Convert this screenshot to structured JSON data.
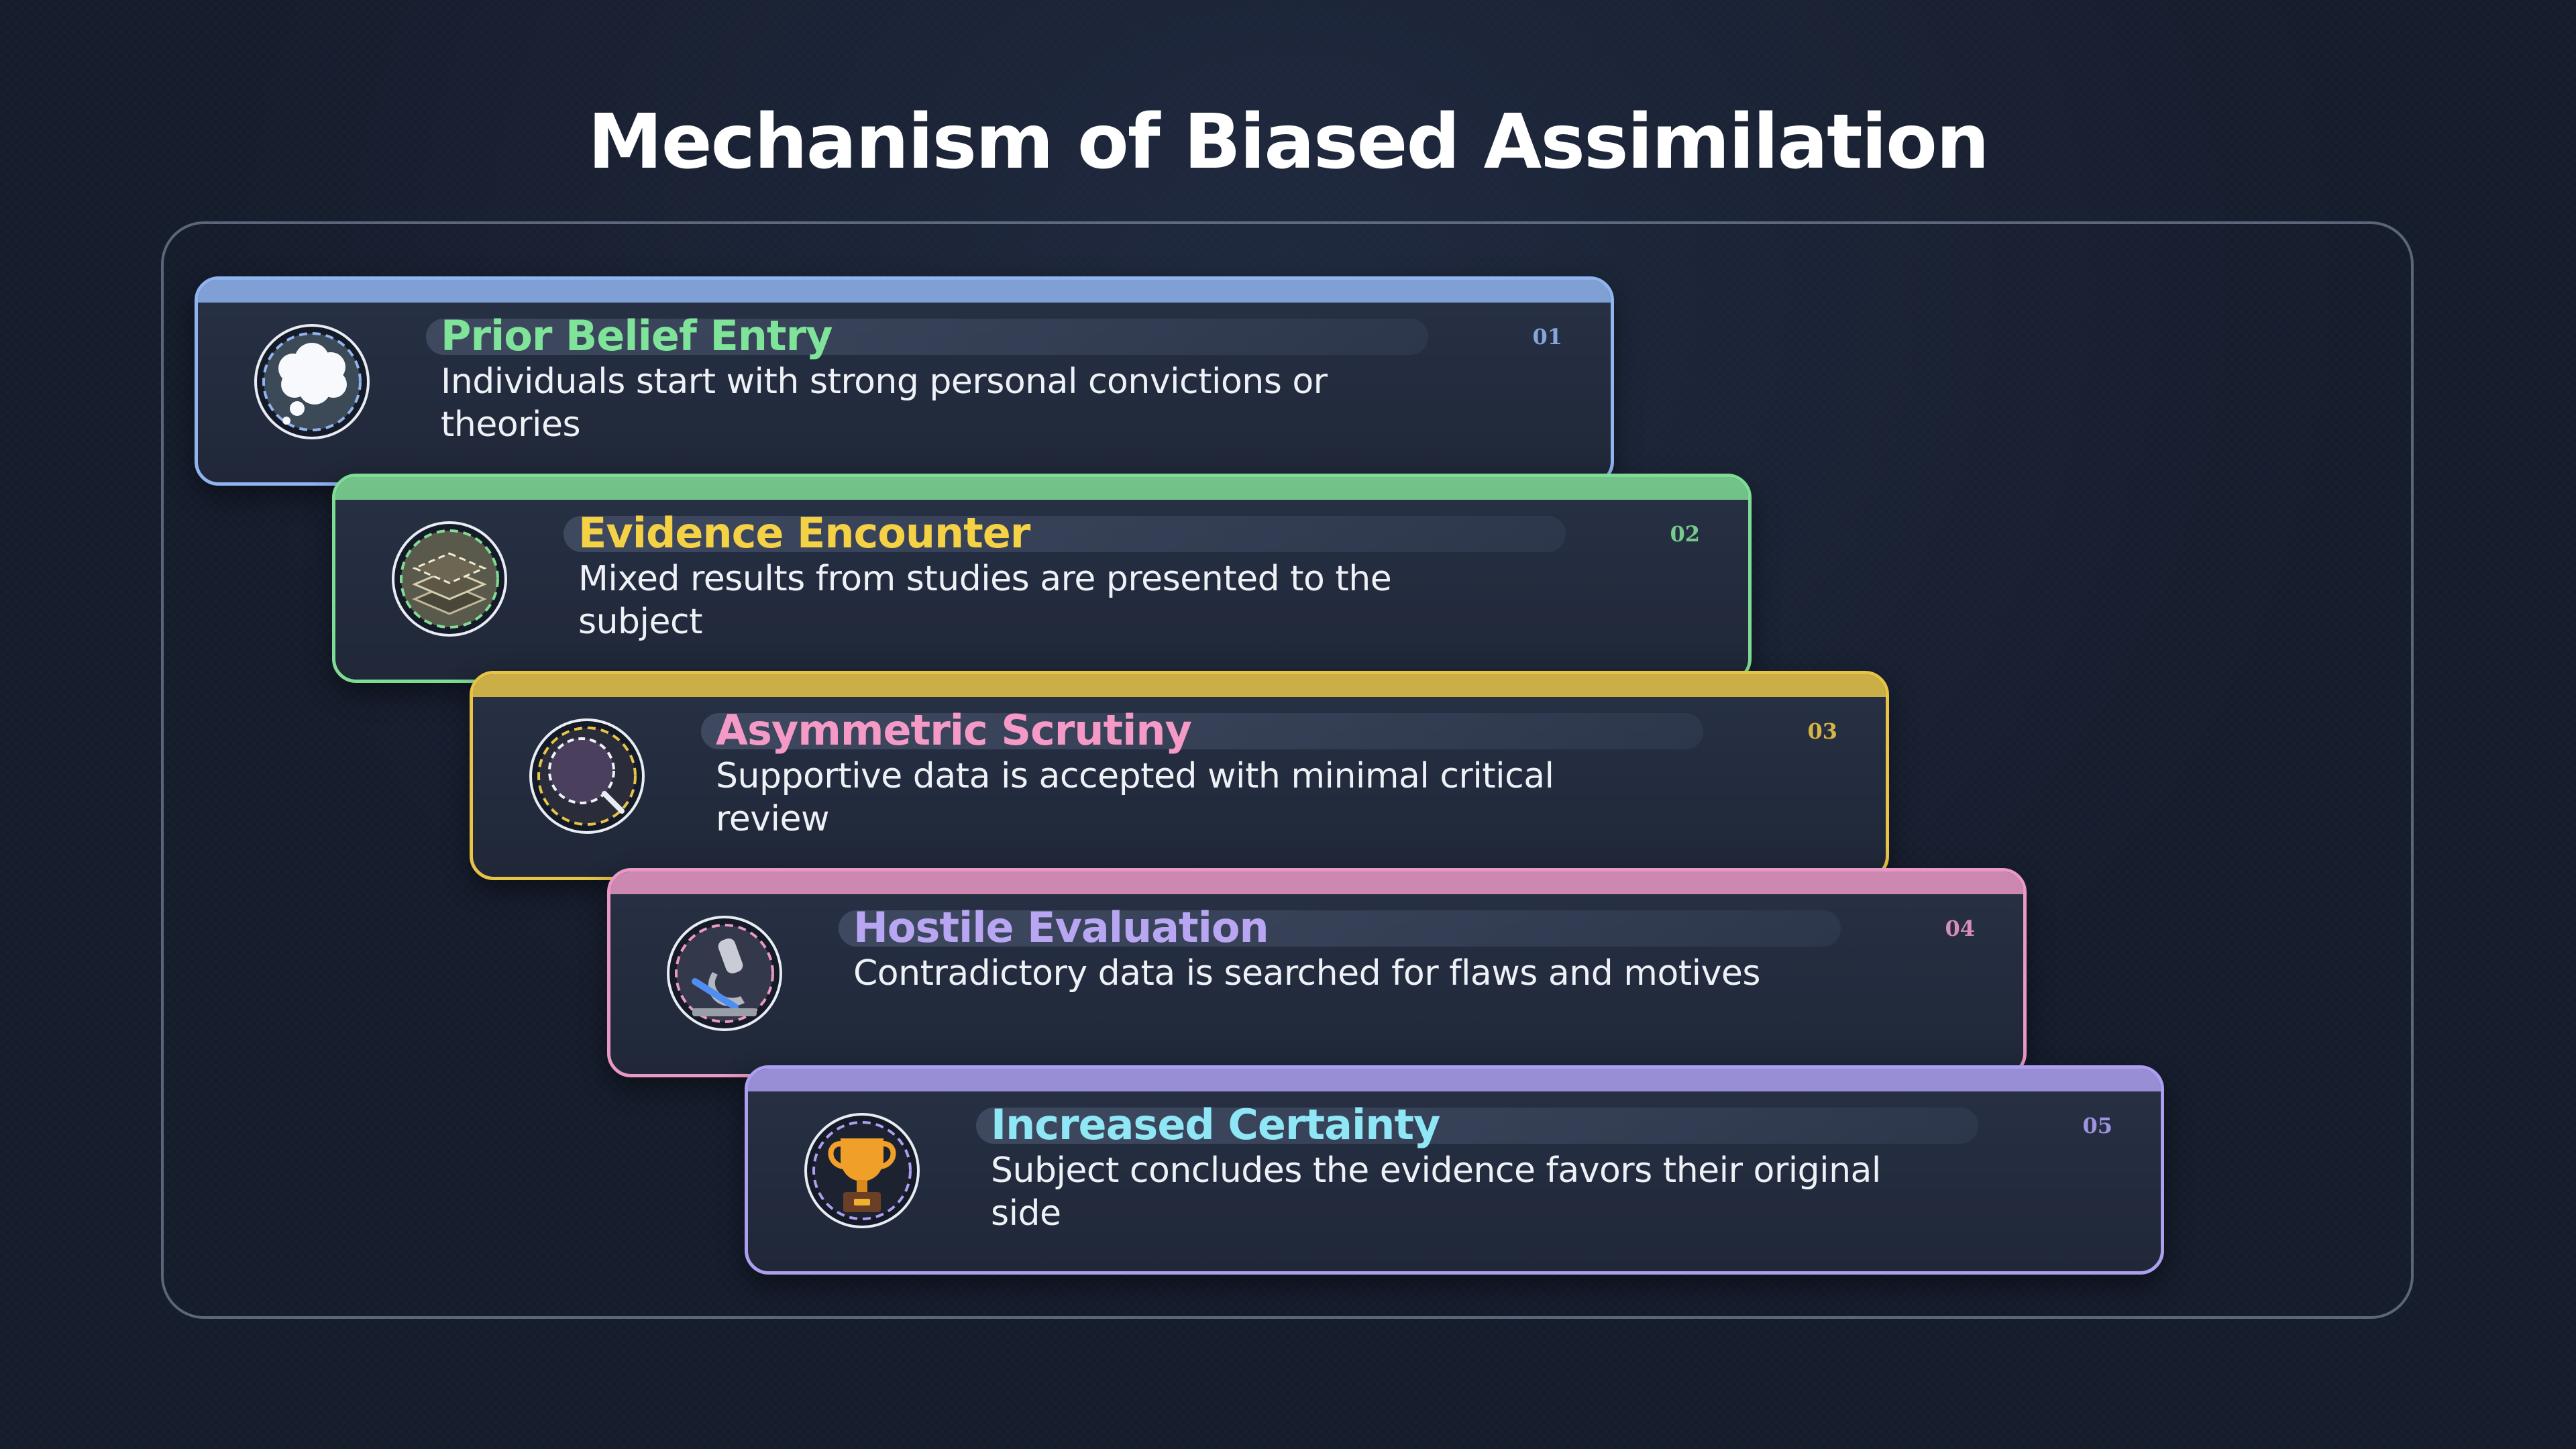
{
  "title": "Mechanism of Biased Assimilation",
  "steps": [
    {
      "number": "01",
      "heading": "Prior Belief Entry",
      "description": "Individuals start with strong personal convictions or theories",
      "icon": "thought-bubble-icon",
      "accent_color": "#8fb4ee",
      "heading_color": "#7fe39a"
    },
    {
      "number": "02",
      "heading": "Evidence Encounter",
      "description": "Mixed results from studies are presented to the subject",
      "icon": "stacked-papers-icon",
      "accent_color": "#7fdc95",
      "heading_color": "#f5d146"
    },
    {
      "number": "03",
      "heading": "Asymmetric Scrutiny",
      "description": "Supportive data is accepted with minimal critical review",
      "icon": "magnifier-icon",
      "accent_color": "#e7c446",
      "heading_color": "#f59ac6"
    },
    {
      "number": "04",
      "heading": "Hostile Evaluation",
      "description": "Contradictory data is searched for flaws and motives",
      "icon": "microscope-icon",
      "accent_color": "#ea98c4",
      "heading_color": "#b9a6f2"
    },
    {
      "number": "05",
      "heading": "Increased Certainty",
      "description": "Subject concludes the evidence favors their original side",
      "icon": "trophy-icon",
      "accent_color": "#ad9ff0",
      "heading_color": "#8fe6f5"
    }
  ]
}
